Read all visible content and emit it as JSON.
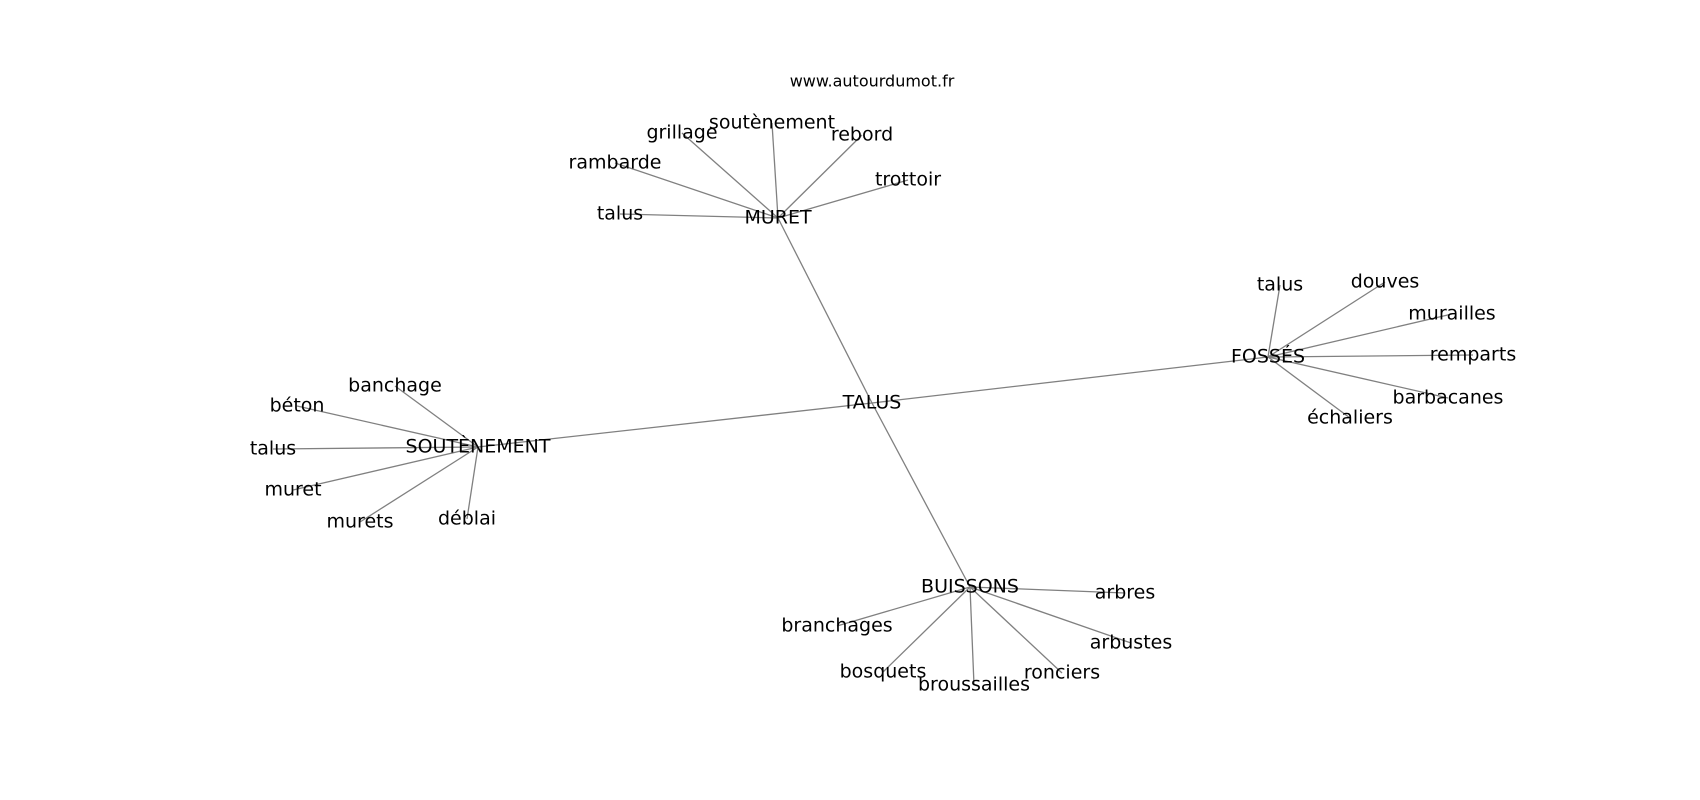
{
  "watermark": "www.autourdumot.fr",
  "graph": {
    "center": "TALUS",
    "hubs": [
      {
        "label": "MURET",
        "leaves": [
          "talus",
          "rambarde",
          "grillage",
          "soutènement",
          "rebord",
          "trottoir"
        ]
      },
      {
        "label": "FOSSÉS",
        "leaves": [
          "talus",
          "douves",
          "murailles",
          "remparts",
          "barbacanes",
          "échaliers"
        ]
      },
      {
        "label": "SOUTÈNEMENT",
        "leaves": [
          "banchage",
          "béton",
          "talus",
          "muret",
          "murets",
          "déblai"
        ]
      },
      {
        "label": "BUISSONS",
        "leaves": [
          "arbres",
          "arbustes",
          "ronciers",
          "broussailles",
          "bosquets",
          "branchages"
        ]
      }
    ]
  }
}
